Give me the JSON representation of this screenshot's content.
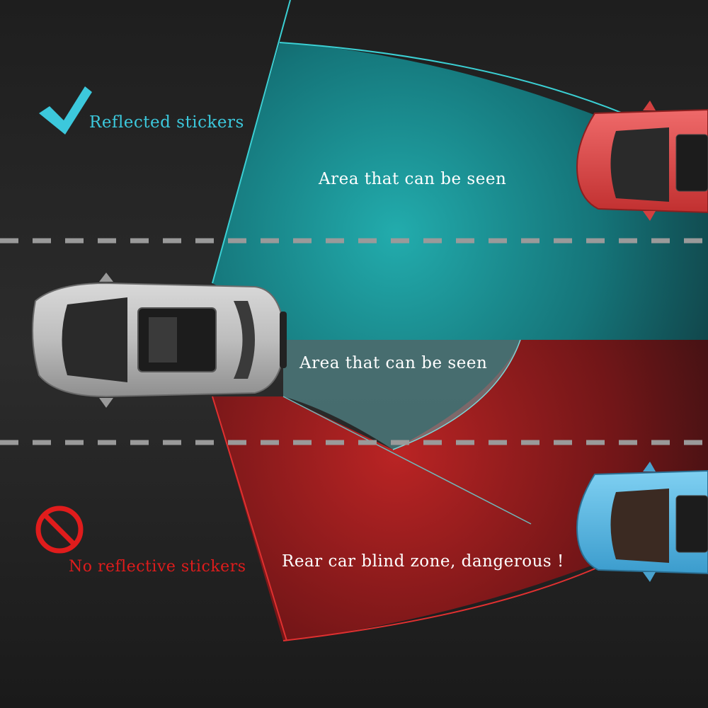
{
  "labels": {
    "seen_upper": "Area that can be seen",
    "seen_lower": "Area that can be seen",
    "blind_zone": "Rear car blind zone, dangerous !",
    "good": "Reflected stickers",
    "bad": "No reflective stickers"
  },
  "colors": {
    "background": "#232323",
    "seen_zone": "#1fa3a6",
    "blind_zone": "#b01e1e",
    "good_text": "#3cc8dc",
    "bad_text": "#e01c1c",
    "lane_dash": "#9a9a9a",
    "own_car": "#c7c7c7",
    "red_car": "#e34a4a",
    "blue_car": "#4fb4e3"
  },
  "icons": {
    "good": "check-icon",
    "bad": "prohibited-icon"
  }
}
